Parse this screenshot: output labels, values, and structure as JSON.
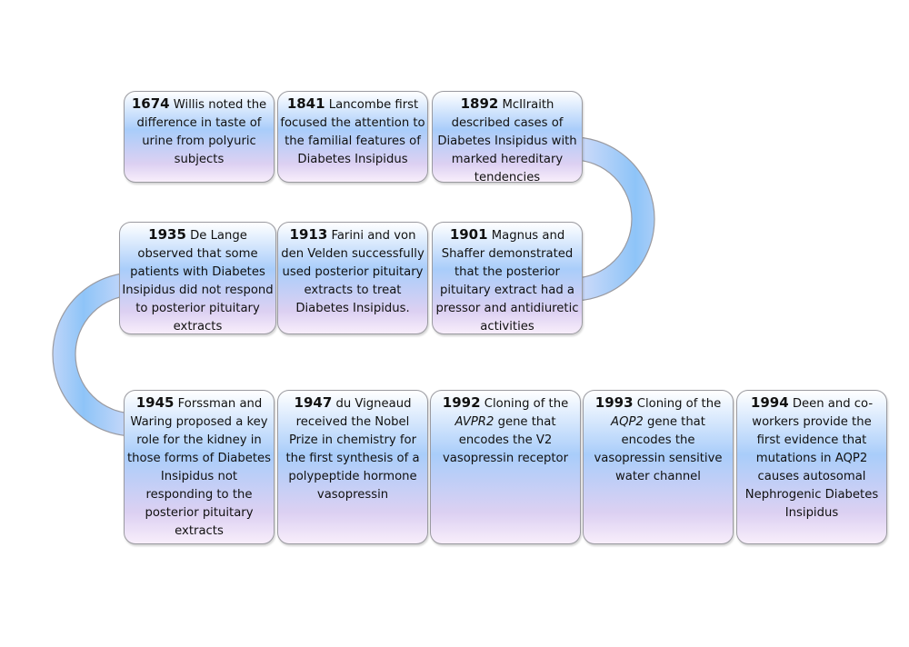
{
  "events": [
    {
      "year": "1674",
      "pre": "Willis noted the difference in taste of urine from polyuric subjects",
      "gene": "",
      "post": ""
    },
    {
      "year": "1841",
      "pre": "Lancombe first focused the attention to the familial features of Diabetes Insipidus",
      "gene": "",
      "post": ""
    },
    {
      "year": "1892",
      "pre": "McIlraith described cases of Diabetes Insipidus with marked hereditary tendencies",
      "gene": "",
      "post": ""
    },
    {
      "year": "1935",
      "pre": "De Lange observed that some patients with Diabetes Insipidus  did not respond to posterior pituitary extracts",
      "gene": "",
      "post": ""
    },
    {
      "year": "1913",
      "pre": "Farini and von den Velden successfully used posterior pituitary extracts to treat Diabetes Insipidus.",
      "gene": "",
      "post": ""
    },
    {
      "year": "1901",
      "pre": "Magnus and Shaffer demonstrated that the posterior pituitary extract had a pressor and antidiuretic activities",
      "gene": "",
      "post": ""
    },
    {
      "year": "1945",
      "pre": "Forssman and Waring proposed a key role for the kidney in those forms of Diabetes Insipidus  not responding to the posterior pituitary extracts",
      "gene": "",
      "post": ""
    },
    {
      "year": "1947",
      "pre": "du Vigneaud received the Nobel Prize in chemistry for the first synthesis of a polypeptide hormone vasopressin",
      "gene": "",
      "post": ""
    },
    {
      "year": "1992",
      "pre": "Cloning of the",
      "gene": "AVPR2",
      "post": "gene that encodes the V2 vasopressin  receptor"
    },
    {
      "year": "1993",
      "pre": "Cloning of the",
      "gene": "AQP2",
      "post": "gene that encodes the vasopressin sensitive water channel"
    },
    {
      "year": "1994",
      "pre": "Deen and co-workers provide the first evidence that mutations in AQP2 causes autosomal Nephrogenic Diabetes Insipidus",
      "gene": "",
      "post": ""
    }
  ],
  "colors": {
    "card_top": "#ffffff",
    "card_mid": "#a9cdfa",
    "card_bottom": "#f8eefb",
    "connector_edge": "#f4e8fa",
    "connector_center": "#8ec4f8",
    "border": "#9a9aa0"
  }
}
